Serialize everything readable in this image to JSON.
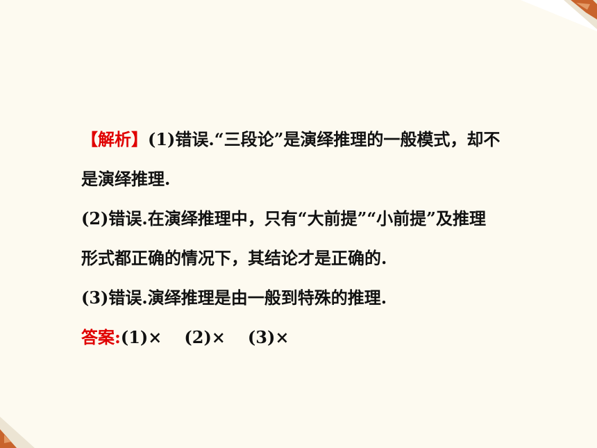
{
  "analysis": {
    "label": "【解析】",
    "p1_line1": "(1)错误.“三段论”是演绎推理的一般模式，却不",
    "p1_line2": "是演绎推理.",
    "p2_line1": "(2)错误.在演绎推理中，只有“大前提”“小前提”及推理",
    "p2_line2": "形式都正确的情况下，其结论才是正确的.",
    "p3_line1": "(3)错误.演绎推理是由一般到特殊的推理."
  },
  "answer": {
    "label": "答案:",
    "item1": "(1)×",
    "item2": "(2)×",
    "item3": "(3)×"
  },
  "colors": {
    "background": "#fdfaf0",
    "label_red": "#e00000",
    "text": "#111111",
    "decoration_orange": "#c8632c"
  }
}
